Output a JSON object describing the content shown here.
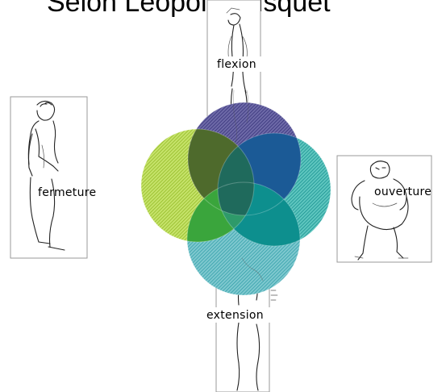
{
  "title": "Selon Léopold Busquet",
  "labels": {
    "top": "flexion",
    "left": "fermeture",
    "right": "ouverture",
    "bottom": "extension"
  },
  "colors": {
    "top_circle": "#3d3a86",
    "left_circle": "#a8cc2e",
    "right_circle": "#169c9c",
    "bottom_circle": "#27a0a6",
    "frame": "#9a9a9a"
  },
  "icons": {
    "top": "standing-figure-icon",
    "left": "stooped-figure-icon",
    "right": "stout-figure-icon",
    "bottom": "reclining-figure-icon"
  }
}
